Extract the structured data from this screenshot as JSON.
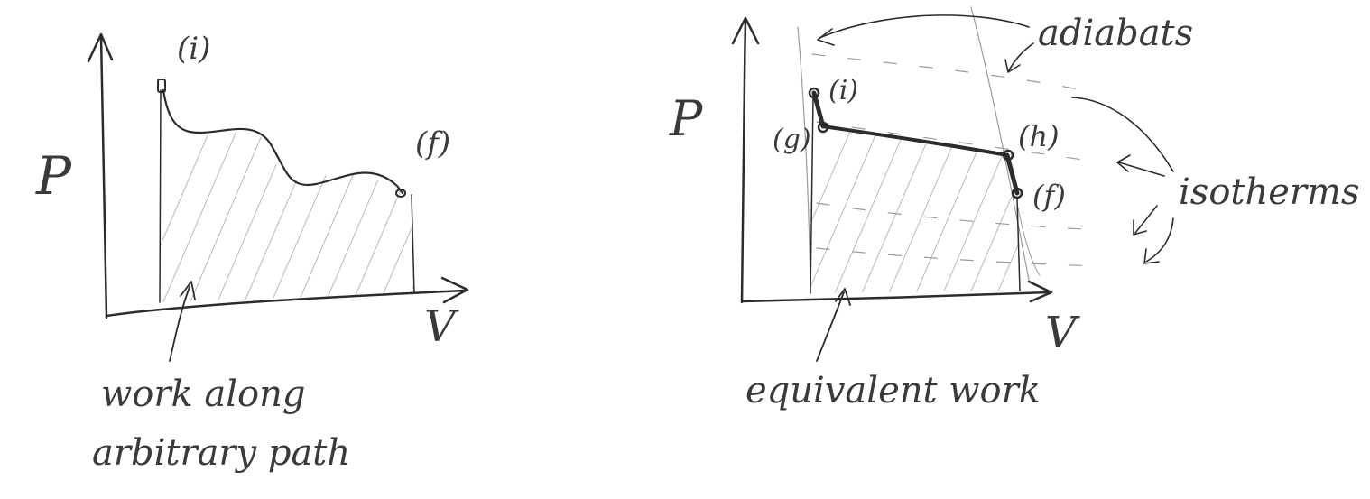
{
  "left_diagram": {
    "y_axis_label": "P",
    "x_axis_label": "V",
    "initial_state_label": "(i)",
    "final_state_label": "(f)",
    "caption_line1": "work along",
    "caption_line2": "arbitrary path"
  },
  "right_diagram": {
    "y_axis_label": "P",
    "x_axis_label": "V",
    "initial_state_label": "(i)",
    "g_state_label": "(g)",
    "h_state_label": "(h)",
    "final_state_label": "(f)",
    "adiabats_label": "adiabats",
    "isotherms_label": "isotherms",
    "caption": "equivalent work"
  }
}
